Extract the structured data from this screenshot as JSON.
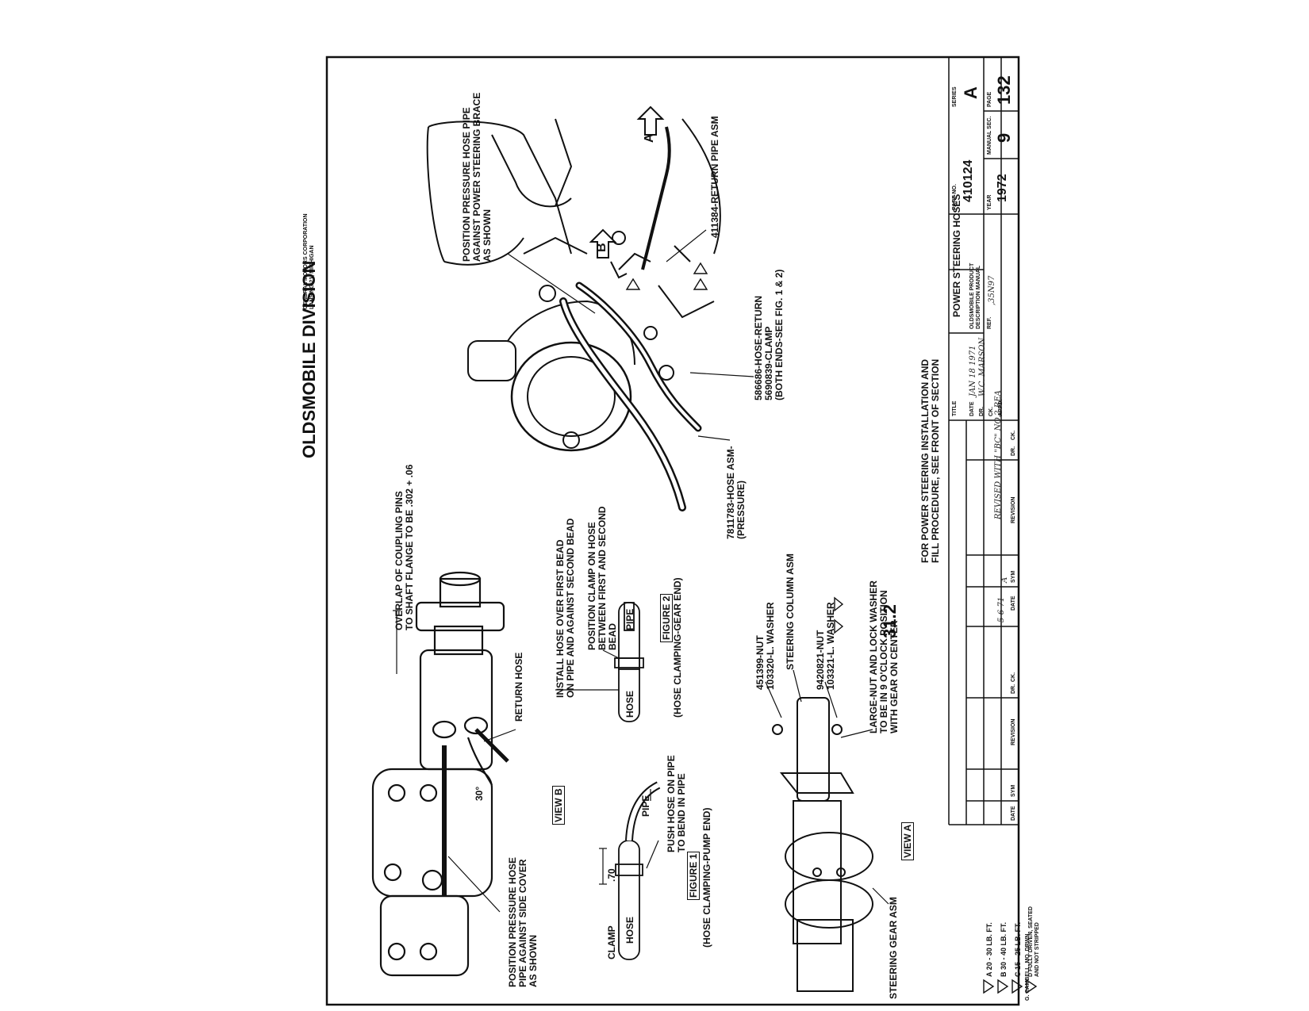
{
  "header": {
    "division": "OLDSMOBILE DIVISION",
    "corporation": "GENERAL MOTORS CORPORATION",
    "location": "LANSING 21, MICHIGAN"
  },
  "callouts": {
    "pressure_pipe_brace": "POSITION PRESSURE HOSE PIPE\nAGAINST POWER STEERING BRACE\nAS SHOWN",
    "view_a_arrow": "A",
    "view_b_arrow": "B",
    "return_pipe": "411384-RETURN PIPE ASM",
    "hose_return": "586686-HOSE-RETURN\n5690839-CLAMP\n(BOTH ENDS-SEE FIG. 1 & 2)",
    "hose_pressure": "7811783-HOSE ASM-\n(PRESSURE)",
    "overlap": "OVERLAP OF COUPLING PINS\nTO SHAFT FLANGE TO BE .302 + .06",
    "return_hose": "RETURN HOSE",
    "angle": "30°",
    "view_b": "VIEW B",
    "side_cover": "POSITION PRESSURE HOSE\nPIPE AGAINST SIDE COVER\nAS SHOWN",
    "install_hose": "INSTALL HOSE OVER FIRST BEAD\nON PIPE AND AGAINST SECOND BEAD",
    "position_clamp": "POSITION CLAMP ON HOSE\nBETWEEN FIRST AND SECOND\nBEAD",
    "pipe_fig2": "PIPE",
    "hose_fig2": "HOSE",
    "figure2": "FIGURE 2",
    "figure2_caption": "(HOSE CLAMPING-GEAR END)",
    "pipe_fig1": "PIPE",
    "push_hose": "PUSH HOSE ON PIPE\nTO BEND IN PIPE",
    "dim_70": ".70",
    "clamp": "CLAMP",
    "hose_fig1": "HOSE",
    "figure1": "FIGURE 1",
    "figure1_caption": "(HOSE CLAMPING-PUMP END)",
    "nut_451399": "451399-NUT\n103320-L. WASHER",
    "steering_column": "STEERING COLUMN ASM",
    "nut_9420821": "9420821-NUT\n103321-L. WASHER",
    "large_nut": "LARGE-NUT AND LOCK WASHER\nTO BE IN 9 O'CLOCK POSITION\nWITH GEAR ON CENTER",
    "view_a": "VIEW A",
    "steering_gear": "STEERING GEAR ASM",
    "section_number": "31.2",
    "install_note": "FOR POWER STEERING INSTALLATION AND\nFILL PROCEDURE, SEE FRONT OF SECTION"
  },
  "legend": [
    {
      "mark": "A",
      "text": "20 - 30 LB. FT."
    },
    {
      "mark": "B",
      "text": "30 - 40 LB. FT."
    },
    {
      "mark": "C",
      "text": "15 - 25 LB. FT."
    },
    {
      "mark": "D",
      "text": "FULLY DRIVEN, SEATED\nAND NOT STRIPPED"
    }
  ],
  "title_block": {
    "title_label": "TITLE",
    "title": "POWER STEERING HOSES",
    "date_label": "DATE",
    "date_value": "JAN 18 1971",
    "dr_label": "DR.",
    "dr_value": "W.C. MARSON",
    "ck_label": "CK.",
    "appd_label": "APPD.",
    "product_label": "OLDSMOBILE PRODUCT\nDESCRIPTION MANUAL",
    "ref_label": "REF.",
    "ref_value": ",35N97",
    "part_no_label": "PART NO.",
    "part_no": "410124",
    "series_label": "SERIES",
    "series": "A",
    "year_label": "YEAR",
    "year": "1972",
    "manual_sec_label": "MANUAL SEC.",
    "manual_sec": "9",
    "page_label": "PAGE",
    "page": "132",
    "revision_entry": {
      "date": "5-6-71",
      "sym": "A",
      "text": "REVISED WITH \"BC\" NO.2 REA"
    },
    "col_date": "DATE",
    "col_sym": "SYM",
    "col_revision": "REVISION",
    "col_dr": "DR.",
    "col_ck": "CK."
  },
  "footer_note": "G. CAMBELL, MO. DRWN."
}
